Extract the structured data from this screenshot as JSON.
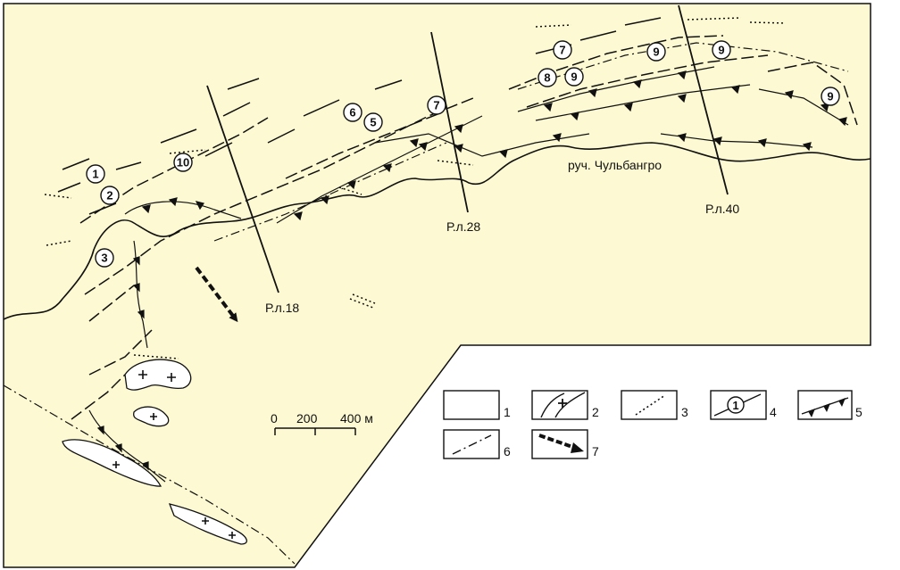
{
  "colors": {
    "paper": "#fdf9d2",
    "ink": "#111111",
    "fill_white": "#ffffff"
  },
  "stream": {
    "label": "руч. Чульбангро"
  },
  "profiles": [
    {
      "id": "rl18",
      "label": "Р.л.18"
    },
    {
      "id": "rl28",
      "label": "Р.л.28"
    },
    {
      "id": "rl40",
      "label": "Р.л.40"
    }
  ],
  "zones": [
    "1",
    "2",
    "3",
    "5",
    "6",
    "7",
    "7",
    "8",
    "9",
    "9",
    "9",
    "9",
    "10"
  ],
  "scale": {
    "ticks": [
      "0",
      "200",
      "400 м"
    ]
  },
  "legend": {
    "items": [
      {
        "num": "1",
        "symbol": "plain"
      },
      {
        "num": "2",
        "symbol": "granite-dike"
      },
      {
        "num": "3",
        "symbol": "dotted-line"
      },
      {
        "num": "4",
        "symbol": "zone-number"
      },
      {
        "num": "5",
        "symbol": "barbed-line"
      },
      {
        "num": "6",
        "symbol": "dash-dot-line"
      },
      {
        "num": "7",
        "symbol": "dashed-arrow"
      }
    ],
    "sample_zone_num": "1"
  }
}
